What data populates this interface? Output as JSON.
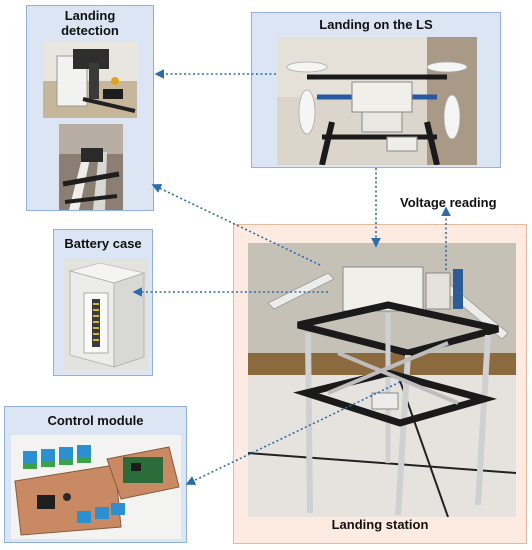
{
  "panels": {
    "landing_detection": {
      "title": "Landing\ndetection"
    },
    "landing_on_ls": {
      "title": "Landing on the LS"
    },
    "battery_case": {
      "title": "Battery case"
    },
    "control_module": {
      "title": "Control module"
    },
    "landing_station": {
      "title": "Landing station"
    }
  },
  "annotations": {
    "voltage_reading": "Voltage reading"
  },
  "colors": {
    "panel_fill": "#dbe5f3",
    "panel_border": "#8fb2d6",
    "station_fill": "#fdebe1",
    "station_border": "#e7b99c",
    "connector": "#2a6ea8"
  }
}
